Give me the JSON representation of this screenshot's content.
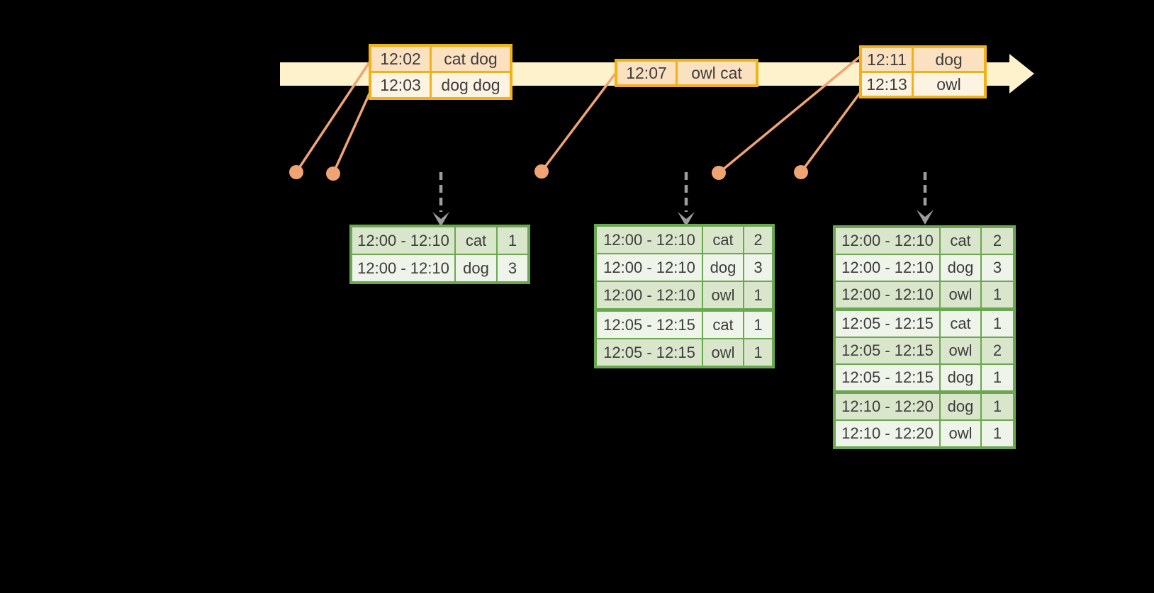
{
  "colors": {
    "background": "#000000",
    "timeline_fill": "#fdf2cc",
    "event_table_border": "#f0b216",
    "event_row_dark": "#fbe1c0",
    "event_row_light": "#fdf3e3",
    "connector_orange": "#f0a474",
    "result_table_border": "#6aa84f",
    "result_row_dark": "#d9e6cb",
    "result_row_light": "#eef4e9",
    "trigger_arrow_gray": "#9d9d9d",
    "text": "#3d3d3d"
  },
  "timeline": {
    "event_tables": [
      {
        "rows": [
          {
            "time": "12:02",
            "words": "cat dog"
          },
          {
            "time": "12:03",
            "words": "dog dog"
          }
        ]
      },
      {
        "rows": [
          {
            "time": "12:07",
            "words": "owl cat"
          }
        ]
      },
      {
        "rows": [
          {
            "time": "12:11",
            "words": "dog"
          },
          {
            "time": "12:13",
            "words": "owl"
          }
        ]
      }
    ]
  },
  "result_tables": [
    {
      "rows": [
        {
          "window": "12:00 - 12:10",
          "word": "cat",
          "count": "1"
        },
        {
          "window": "12:00 - 12:10",
          "word": "dog",
          "count": "3"
        }
      ]
    },
    {
      "rows": [
        {
          "window": "12:00 - 12:10",
          "word": "cat",
          "count": "2"
        },
        {
          "window": "12:00 - 12:10",
          "word": "dog",
          "count": "3"
        },
        {
          "window": "12:00 - 12:10",
          "word": "owl",
          "count": "1"
        },
        {
          "window": "12:05 - 12:15",
          "word": "cat",
          "count": "1"
        },
        {
          "window": "12:05 - 12:15",
          "word": "owl",
          "count": "1"
        }
      ]
    },
    {
      "rows": [
        {
          "window": "12:00 - 12:10",
          "word": "cat",
          "count": "2"
        },
        {
          "window": "12:00 - 12:10",
          "word": "dog",
          "count": "3"
        },
        {
          "window": "12:00 - 12:10",
          "word": "owl",
          "count": "1"
        },
        {
          "window": "12:05 - 12:15",
          "word": "cat",
          "count": "1"
        },
        {
          "window": "12:05 - 12:15",
          "word": "owl",
          "count": "2"
        },
        {
          "window": "12:05 - 12:15",
          "word": "dog",
          "count": "1"
        },
        {
          "window": "12:10 - 12:20",
          "word": "dog",
          "count": "1"
        },
        {
          "window": "12:10 - 12:20",
          "word": "owl",
          "count": "1"
        }
      ]
    }
  ]
}
